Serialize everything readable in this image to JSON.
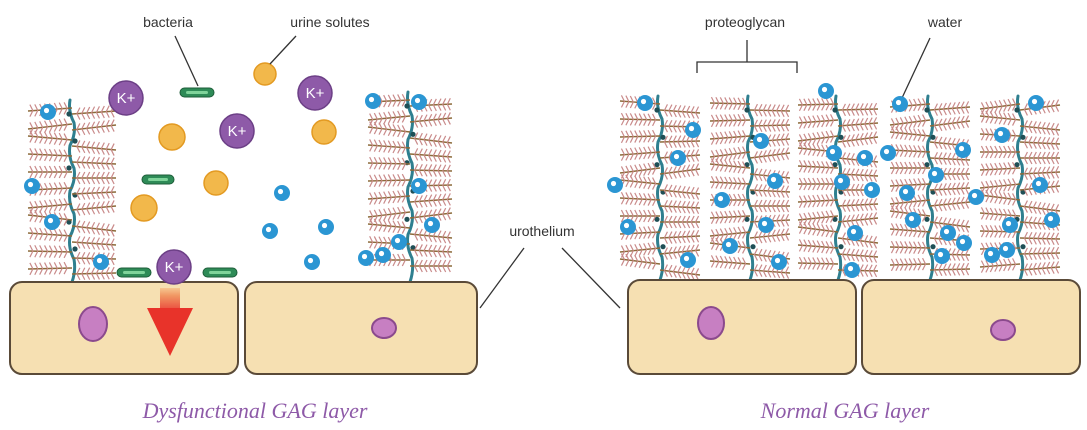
{
  "labels": {
    "bacteria": "bacteria",
    "urine_solutes": "urine solutes",
    "proteoglycan": "proteoglycan",
    "water": "water",
    "urothelium": "urothelium",
    "ion": "K+"
  },
  "captions": {
    "left": "Dysfunctional GAG layer",
    "right": "Normal GAG layer"
  },
  "colors": {
    "caption": "#8e5aa8",
    "cell_fill": "#f6e0b2",
    "potassium": "#8e5aa8",
    "solute": "#f2b84b",
    "bacteria": "#2e8b57",
    "water": "#2b96d3",
    "arrow": "#e8332a"
  }
}
